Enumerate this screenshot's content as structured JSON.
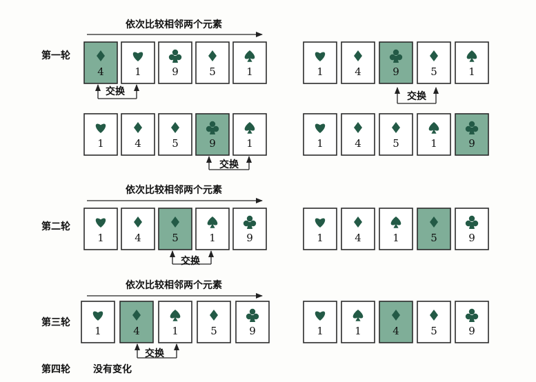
{
  "labels": {
    "header": "依次比较相邻两个元素",
    "swap": "交换",
    "round1": "第一轮",
    "round2": "第二轮",
    "round3": "第三轮",
    "round4": "第四轮",
    "no_change": "没有变化"
  },
  "colors": {
    "card_border": "#2a2a2a",
    "highlight": "#7fae98",
    "suit": "#235a46",
    "line": "#222222"
  },
  "rows": [
    {
      "cards": [
        {
          "suit": "diamond",
          "value": "4",
          "highlight": true
        },
        {
          "suit": "heart",
          "value": "1"
        },
        {
          "suit": "club",
          "value": "9"
        },
        {
          "suit": "diamond",
          "value": "5"
        },
        {
          "suit": "spade",
          "value": "1"
        }
      ]
    },
    {
      "cards": [
        {
          "suit": "heart",
          "value": "1"
        },
        {
          "suit": "diamond",
          "value": "4"
        },
        {
          "suit": "club",
          "value": "9",
          "highlight": true
        },
        {
          "suit": "diamond",
          "value": "5"
        },
        {
          "suit": "spade",
          "value": "1"
        }
      ]
    },
    {
      "cards": [
        {
          "suit": "heart",
          "value": "1"
        },
        {
          "suit": "diamond",
          "value": "4"
        },
        {
          "suit": "diamond",
          "value": "5"
        },
        {
          "suit": "club",
          "value": "9",
          "highlight": true
        },
        {
          "suit": "spade",
          "value": "1"
        }
      ]
    },
    {
      "cards": [
        {
          "suit": "heart",
          "value": "1"
        },
        {
          "suit": "diamond",
          "value": "4"
        },
        {
          "suit": "diamond",
          "value": "5"
        },
        {
          "suit": "spade",
          "value": "1"
        },
        {
          "suit": "club",
          "value": "9",
          "highlight": true
        }
      ]
    },
    {
      "cards": [
        {
          "suit": "heart",
          "value": "1"
        },
        {
          "suit": "diamond",
          "value": "4"
        },
        {
          "suit": "diamond",
          "value": "5",
          "highlight": true
        },
        {
          "suit": "spade",
          "value": "1"
        },
        {
          "suit": "club",
          "value": "9"
        }
      ]
    },
    {
      "cards": [
        {
          "suit": "heart",
          "value": "1"
        },
        {
          "suit": "diamond",
          "value": "4"
        },
        {
          "suit": "spade",
          "value": "1"
        },
        {
          "suit": "diamond",
          "value": "5",
          "highlight": true
        },
        {
          "suit": "club",
          "value": "9"
        }
      ]
    },
    {
      "cards": [
        {
          "suit": "heart",
          "value": "1"
        },
        {
          "suit": "diamond",
          "value": "4",
          "highlight": true
        },
        {
          "suit": "spade",
          "value": "1"
        },
        {
          "suit": "diamond",
          "value": "5"
        },
        {
          "suit": "club",
          "value": "9"
        }
      ]
    },
    {
      "cards": [
        {
          "suit": "heart",
          "value": "1"
        },
        {
          "suit": "spade",
          "value": "1"
        },
        {
          "suit": "diamond",
          "value": "4",
          "highlight": true
        },
        {
          "suit": "diamond",
          "value": "5"
        },
        {
          "suit": "club",
          "value": "9"
        }
      ]
    }
  ]
}
